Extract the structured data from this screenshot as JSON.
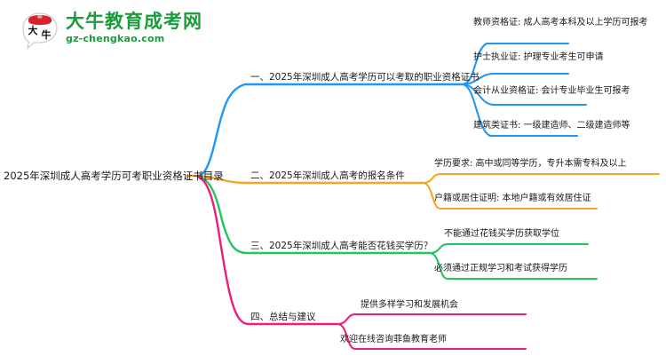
{
  "logo": {
    "mark_icon": "speech-bubble-bull-logo",
    "mark_text": "大牛",
    "brand_cn": "大牛教育成考网",
    "brand_en": "gz-chengkao.com",
    "brand_color": "#1a9c3c"
  },
  "mindmap": {
    "root": {
      "label": "2025年深圳成人高考学历可考职业资格证书目录"
    },
    "colors": {
      "blue": "#2196f3",
      "orange": "#f5a623",
      "green": "#22c55e",
      "pink": "#ec1e79"
    },
    "branches": [
      {
        "label": "一、2025年深圳成人高考学历可以考取的职业资格证书",
        "color": "#2196f3",
        "leaves": [
          {
            "label": "教师资格证: 成人高考本科及以上学历可报考"
          },
          {
            "label": "护士执业证: 护理专业考生可申请"
          },
          {
            "label": "会计从业资格证: 会计专业毕业生可报考"
          },
          {
            "label": "建筑类证书: 一级建造师、二级建造师等"
          }
        ]
      },
      {
        "label": "二、2025年深圳成人高考的报名条件",
        "color": "#f5a623",
        "leaves": [
          {
            "label": "学历要求: 高中或同等学历，专升本需专科及以上"
          },
          {
            "label": "户籍或居住证明: 本地户籍或有效居住证"
          }
        ]
      },
      {
        "label": "三、2025年深圳成人高考能否花钱买学历？",
        "color": "#22c55e",
        "leaves": [
          {
            "label": "不能通过花钱买学历获取学位"
          },
          {
            "label": "必须通过正规学习和考试获得学历"
          }
        ]
      },
      {
        "label": "四、总结与建议",
        "color": "#ec1e79",
        "leaves": [
          {
            "label": "提供多样学习和发展机会"
          },
          {
            "label": "欢迎在线咨询菲鱼教育老师"
          }
        ]
      }
    ]
  }
}
